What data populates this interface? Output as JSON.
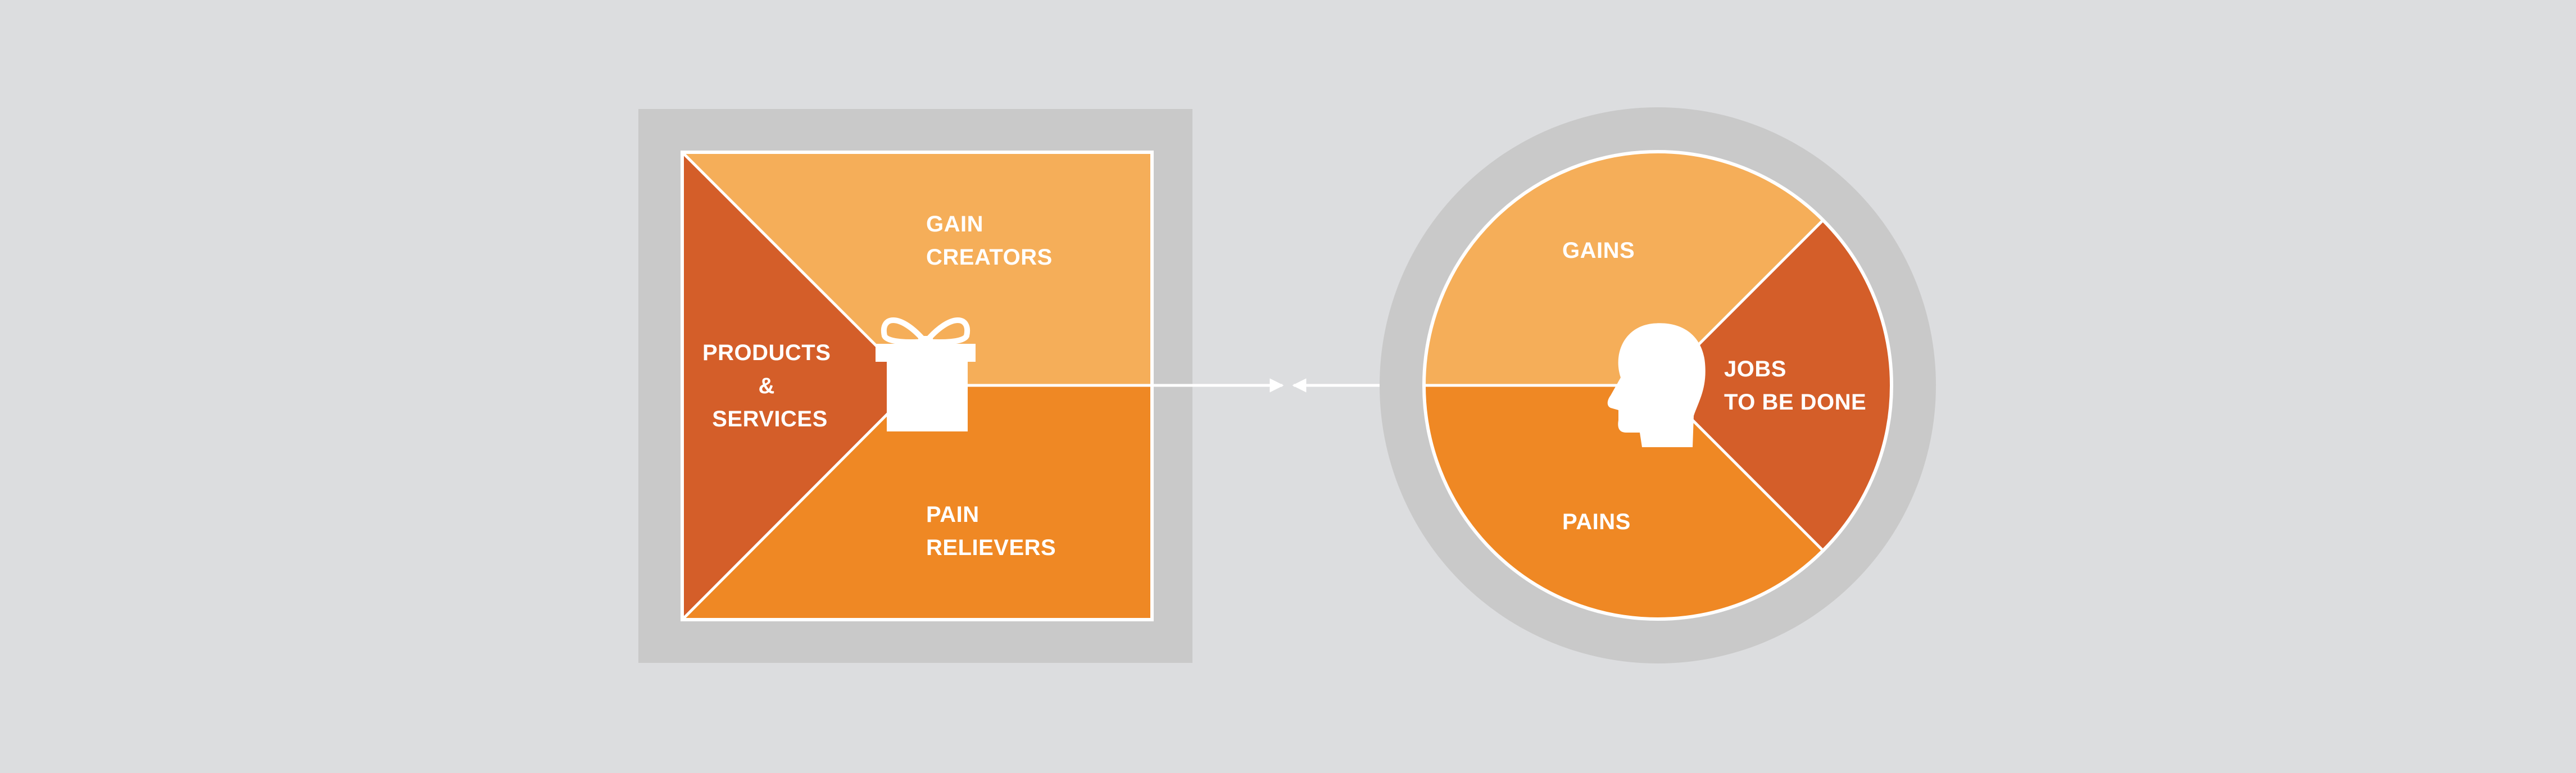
{
  "colors": {
    "background": "#dcdddf",
    "frame": "#c9c9c9",
    "dark_orange": "#d45e29",
    "light_orange": "#f5ae59",
    "mid_orange": "#ef8824",
    "line": "#ffffff",
    "label": "#ffffff"
  },
  "icons": {
    "value_map_center": "gift-icon",
    "customer_profile_center": "head-silhouette-icon"
  },
  "value_map": {
    "products_services": {
      "line1": "PRODUCTS",
      "line2": "&",
      "line3": "SERVICES"
    },
    "gain_creators": {
      "line1": "GAIN",
      "line2": "CREATORS"
    },
    "pain_relievers": {
      "line1": "PAIN",
      "line2": "RELIEVERS"
    }
  },
  "customer_profile": {
    "gains": {
      "line1": "GAINS"
    },
    "jobs": {
      "line1": "JOBS",
      "line2": "TO BE DONE"
    },
    "pains": {
      "line1": "PAINS"
    }
  }
}
